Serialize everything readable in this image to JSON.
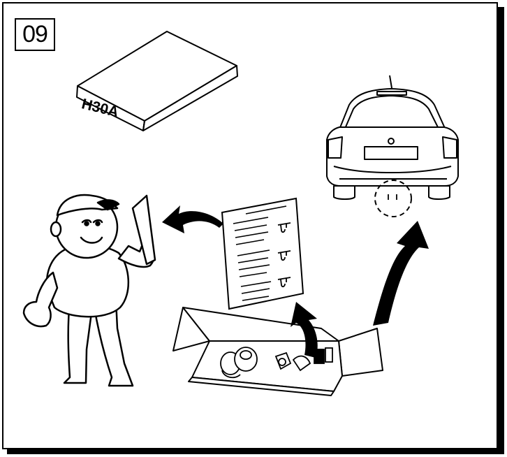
{
  "step": {
    "number": "09"
  },
  "kit_box": {
    "label": "H30A"
  },
  "colors": {
    "ink": "#000000",
    "paper": "#ffffff",
    "shadow": "#000000"
  },
  "icons": [
    "technician-figure",
    "instruction-sheet",
    "parts-box",
    "car-rear",
    "arrow",
    "tow-hook-location-circle"
  ]
}
